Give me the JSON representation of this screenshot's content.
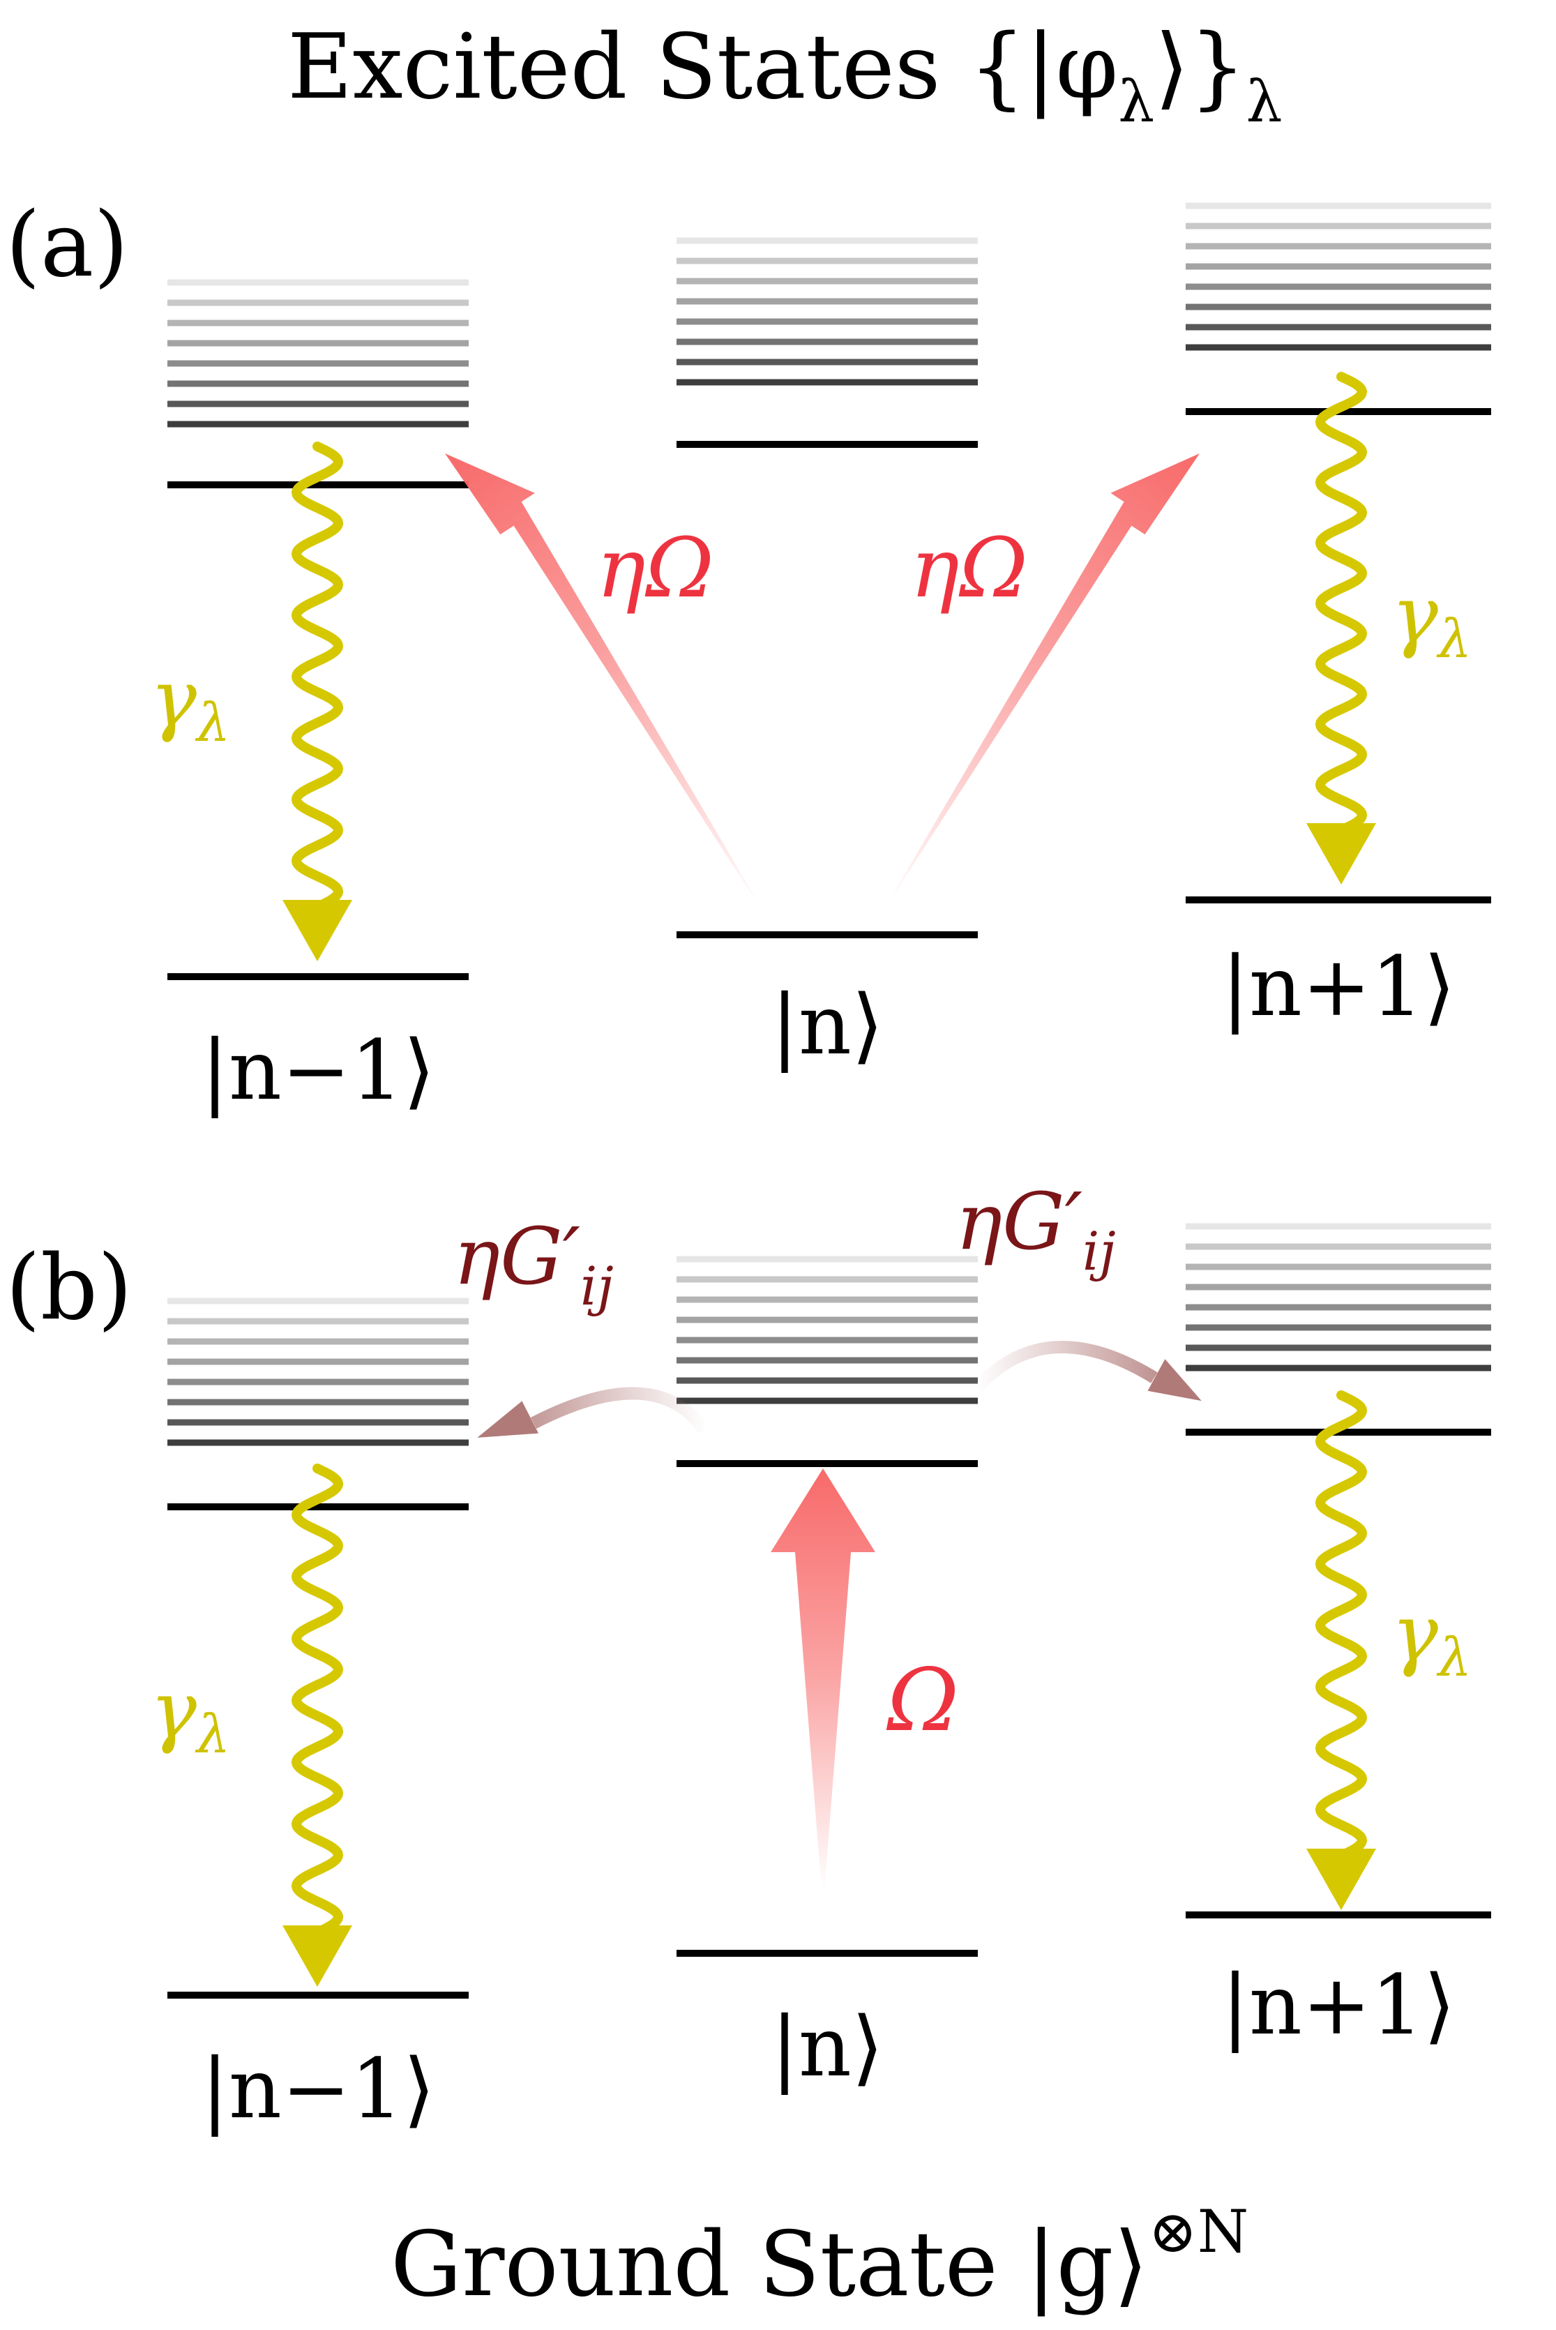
{
  "headings": {
    "top": "Excited States {|φ",
    "top_sub_a": "λ",
    "top_tail": "⟩}",
    "top_sub_b": "λ",
    "bottom": "Ground State |g⟩",
    "bottom_sup": "⊗N"
  },
  "panels": {
    "a": {
      "label": "(a)",
      "coupling_left": "ηΩ",
      "coupling_right": "ηΩ",
      "decay_left": "γ",
      "decay_left_sub": "λ",
      "decay_right": "γ",
      "decay_right_sub": "λ",
      "ket_left": "|n−1⟩",
      "ket_center": "|n⟩",
      "ket_right": "|n+1⟩"
    },
    "b": {
      "label": "(b)",
      "drive": "Ω",
      "hop_left": "ηG′",
      "hop_left_sub": "ij",
      "hop_right": "ηG′",
      "hop_right_sub": "ij",
      "decay_left": "γ",
      "decay_left_sub": "λ",
      "decay_right": "γ",
      "decay_right_sub": "λ",
      "ket_left": "|n−1⟩",
      "ket_center": "|n⟩",
      "ket_right": "|n+1⟩"
    }
  },
  "colors": {
    "drive": "#f86a6a",
    "drive_label": "#ee3340",
    "decay": "#d6c800",
    "decay_label": "#cfc200",
    "hop": "#b07a78",
    "hop_label": "#7a1518",
    "level": "#000000"
  }
}
